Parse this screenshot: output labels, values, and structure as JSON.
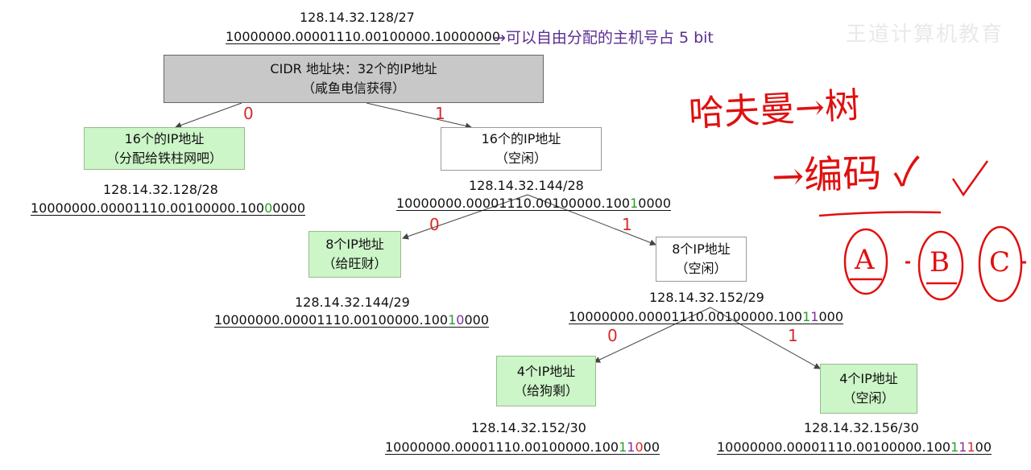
{
  "watermark": "王道计算机教育",
  "root": {
    "cidr": "128.14.32.128/27",
    "bin_pre": "10000000.00001110.00100000.10000000",
    "note": "→可以自由分配的主机号占 5 bit",
    "line1": "CIDR 地址块：32个的IP地址",
    "line2": "（咸鱼电信获得）"
  },
  "edges": {
    "zero": "0",
    "one": "1"
  },
  "n_left16": {
    "line1": "16个的IP地址",
    "line2": "（分配给铁柱网吧）",
    "cidr": "128.14.32.128/28",
    "bin_pre": "10000000.00001110.00100000.100",
    "bin_g": "0",
    "bin_post": "0000"
  },
  "n_right16": {
    "line1": "16个的IP地址",
    "line2": "（空闲）",
    "cidr": "128.14.32.144/28",
    "bin_pre": "10000000.00001110.00100000.100",
    "bin_g": "1",
    "bin_post": "0000"
  },
  "n_left8": {
    "line1": "8个IP地址",
    "line2": "（给旺财）",
    "cidr": "128.14.32.144/29",
    "bin_pre": "10000000.00001110.00100000.100",
    "bin_g": "1",
    "bin_p": "0",
    "bin_post": "000"
  },
  "n_right8": {
    "line1": "8个IP地址",
    "line2": "（空闲）",
    "cidr": "128.14.32.152/29",
    "bin_pre": "10000000.00001110.00100000.100",
    "bin_g": "1",
    "bin_p": "1",
    "bin_post": "000"
  },
  "n_left4": {
    "line1": "4个IP地址",
    "line2": "（给狗剩）",
    "cidr": "128.14.32.152/30",
    "bin_pre": "10000000.00001110.00100000.100",
    "bin_g": "1",
    "bin_p": "1",
    "bin_r": "0",
    "bin_post": "00"
  },
  "n_right4": {
    "line1": "4个IP地址",
    "line2": "（空闲）",
    "cidr": "128.14.32.156/30",
    "bin_pre": "10000000.00001110.00100000.100",
    "bin_g": "1",
    "bin_p": "1",
    "bin_r": "1",
    "bin_post": "00"
  },
  "handwriting": {
    "line1": "哈夫曼→树",
    "line2": "→编码 ✓",
    "circles": [
      "A",
      "B",
      "C"
    ]
  },
  "colors": {
    "green_box": "#ccf5c8",
    "gray_box": "#c8c8c8",
    "edge_red": "#d62a2a",
    "note_purple": "#5a2d91"
  }
}
